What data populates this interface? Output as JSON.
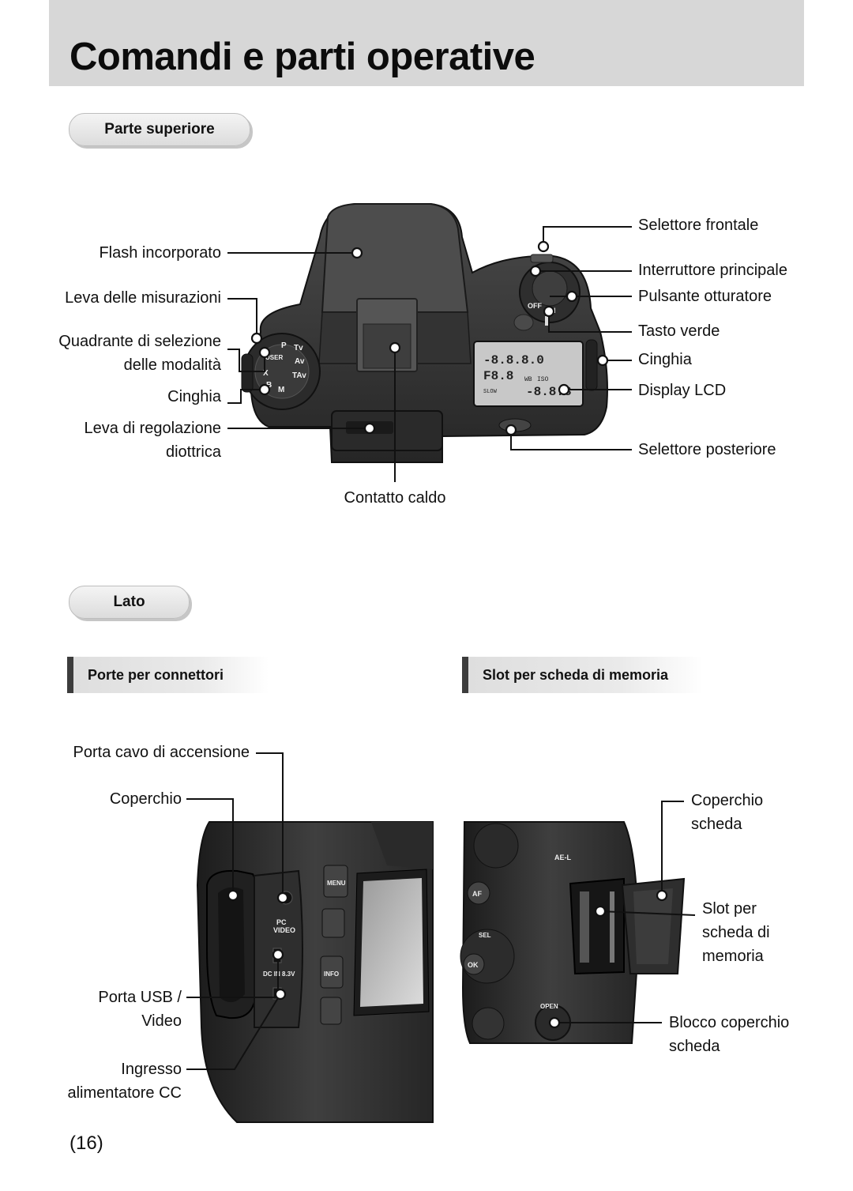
{
  "page": {
    "title": "Comandi e parti operative",
    "page_number": "(16)"
  },
  "sections": {
    "top": {
      "title": "Parte superiore"
    },
    "side": {
      "title": "Lato"
    },
    "ports": {
      "title": "Porte per connettori"
    },
    "slot": {
      "title": "Slot per scheda di memoria"
    }
  },
  "top_labels": {
    "flash": "Flash incorporato",
    "metering_lever": "Leva delle misurazioni",
    "mode_dial_line1": "Quadrante di selezione",
    "mode_dial_line2": "delle modalità",
    "strap_left": "Cinghia",
    "diopter_line1": "Leva di regolazione",
    "diopter_line2": "diottrica",
    "hot_shoe": "Contatto caldo",
    "front_dial": "Selettore frontale",
    "main_switch": "Interruttore principale",
    "shutter": "Pulsante otturatore",
    "green_button": "Tasto verde",
    "strap_right": "Cinghia",
    "lcd": "Display LCD",
    "rear_dial": "Selettore posteriore"
  },
  "ports_labels": {
    "power_cable_port": "Porta cavo di accensione",
    "cover": "Coperchio",
    "usb_video_line1": "Porta USB /",
    "usb_video_line2": "Video",
    "dc_in_line1": "Ingresso",
    "dc_in_line2": "alimentatore CC"
  },
  "slot_labels": {
    "card_cover_line1": "Coperchio",
    "card_cover_line2": "scheda",
    "card_slot_line1": "Slot per",
    "card_slot_line2": "scheda di",
    "card_slot_line3": "memoria",
    "cover_lock_line1": "Blocco coperchio",
    "cover_lock_line2": "scheda"
  },
  "camera_markings": {
    "power_off": "OFF",
    "power_on": "ON",
    "menu": "MENU",
    "info": "INFO",
    "pc": "PC",
    "video": "VIDEO",
    "dc_in": "DC IN 8.3V",
    "ael": "AE-L",
    "af": "AF",
    "ok": "OK",
    "sel": "SEL",
    "open": "OPEN",
    "lcd_top": "-8.8.8.0",
    "lcd_f": "F8.8",
    "lcd_bottom": "-8.8.8",
    "lcd_wb": "WB",
    "lcd_iso": "ISO",
    "lcd_slow": "SLOW",
    "dial_modes": [
      "Tv",
      "Av",
      "TAv",
      "M",
      "B",
      "X",
      "USER",
      "P"
    ]
  },
  "colors": {
    "band": "#d7d7d7",
    "camera_body": "#3a3a3a",
    "camera_dark": "#1e1e1e",
    "lcd": "#c8c8c8"
  }
}
